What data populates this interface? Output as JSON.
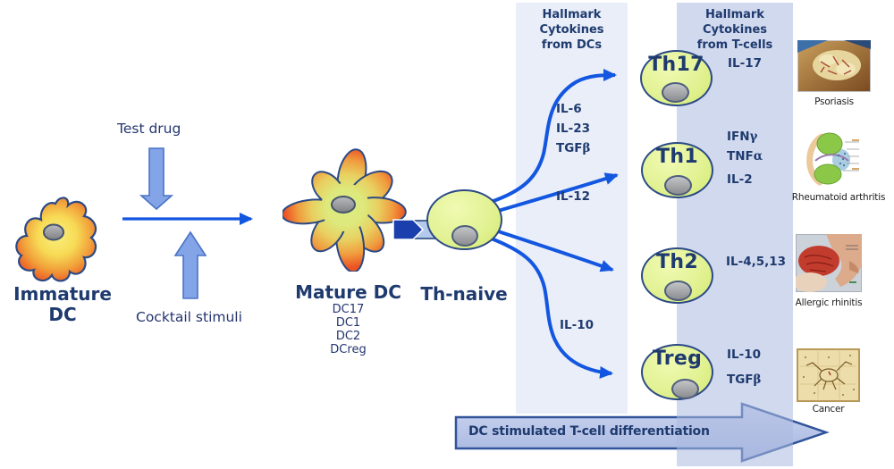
{
  "colors": {
    "arrow_blue": "#1356e0",
    "navy_text": "#1e3a6e",
    "cell_fill": "#dff291",
    "cell_border": "#2b4a86",
    "band_left": "#e9eef9",
    "band_right": "#dce3f2",
    "block_arrow_fill": "#84a4e8",
    "big_arrow_fill": "#b8c5e8",
    "big_arrow_border": "#30549a"
  },
  "labels": {
    "immature_line1": "Immature",
    "immature_line2": "DC",
    "test_drug": "Test drug",
    "cocktail_stimuli": "Cocktail stimuli",
    "mature": "Mature DC",
    "th_naive": "Th-naive"
  },
  "mature_subtypes": [
    "DC17",
    "DC1",
    "DC2",
    "DCreg"
  ],
  "bands": {
    "dc": {
      "line1": "Hallmark",
      "line2": "Cytokines",
      "line3": "from DCs"
    },
    "tcell": {
      "line1": "Hallmark",
      "line2": "Cytokines",
      "line3": "from T-cells"
    }
  },
  "pathways": [
    {
      "cell": "Th17",
      "dc_cytokines": [
        {
          "base": "IL-6",
          "sym": ""
        },
        {
          "base": "IL-23",
          "sym": ""
        },
        {
          "base": "TGF",
          "sym": "β"
        }
      ],
      "t_cytokines": [
        {
          "base": "IL-17",
          "sym": ""
        }
      ],
      "disease": "Psoriasis"
    },
    {
      "cell": "Th1",
      "dc_cytokines": [
        {
          "base": "IL-12",
          "sym": ""
        }
      ],
      "t_cytokines": [
        {
          "base": "IFN",
          "sym": "γ"
        },
        {
          "base": "TNF",
          "sym": "α"
        },
        {
          "base": "IL-2",
          "sym": ""
        }
      ],
      "disease": "Rheumatoid arthritis"
    },
    {
      "cell": "Th2",
      "dc_cytokines": [],
      "t_cytokines": [
        {
          "base": "IL-4,5,13",
          "sym": ""
        }
      ],
      "disease": "Allergic rhinitis"
    },
    {
      "cell": "Treg",
      "dc_cytokines": [
        {
          "base": "IL-10",
          "sym": ""
        }
      ],
      "t_cytokines": [
        {
          "base": "IL-10",
          "sym": ""
        },
        {
          "base": "TGF",
          "sym": "β"
        }
      ],
      "disease": "Cancer"
    }
  ],
  "bottom_arrow_label": "DC stimulated T-cell differentiation"
}
